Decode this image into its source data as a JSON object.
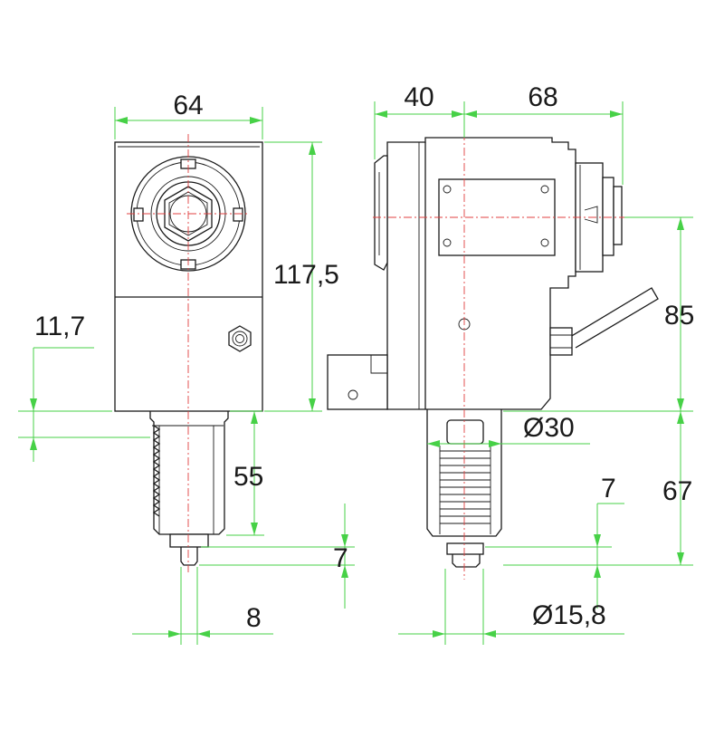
{
  "dimensions": {
    "front_width": "64",
    "front_height": "117,5",
    "front_offset": "11,7",
    "front_shank_length": "55",
    "front_tip_length": "7",
    "front_tip_diameter": "8",
    "side_left_width": "40",
    "side_right_width": "68",
    "side_upper_height": "85",
    "side_shank_diameter": "Ø30",
    "side_tip_length": "7",
    "side_lower_height": "67",
    "side_tip_diameter": "Ø15,8"
  },
  "colors": {
    "dimension_lines": "#47d147",
    "center_lines": "#e04040",
    "outline": "#1a1a1a"
  }
}
